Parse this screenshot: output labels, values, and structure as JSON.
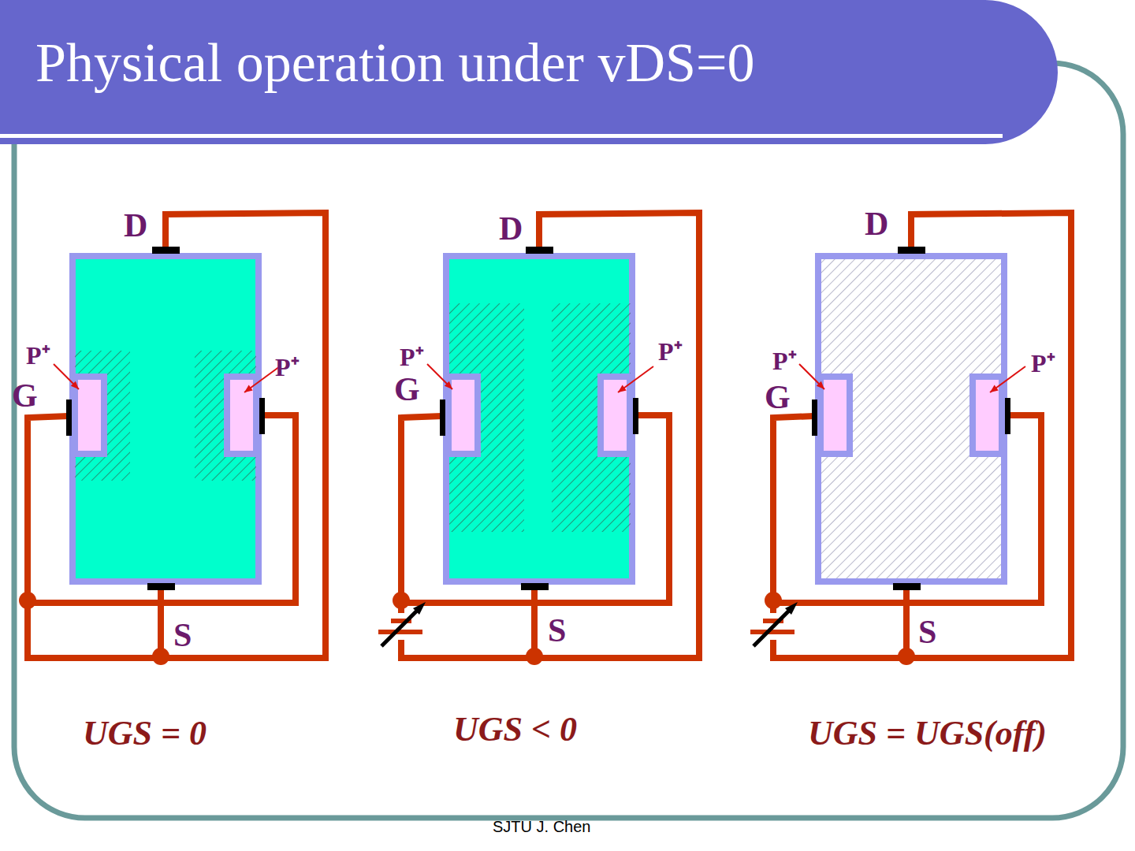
{
  "diagram": {
    "title": "Physical operation under vDS=0",
    "labels": [
      "D",
      "P⁺",
      "P⁺",
      "G",
      "S",
      "D",
      "P⁺",
      "P⁺",
      "G",
      "S",
      "D",
      "P⁺",
      "P⁺",
      "G",
      "S",
      "UGS = 0",
      "UGS < 0",
      "UGS = UGS(off)",
      "SJTU    J. Chen"
    ]
  }
}
